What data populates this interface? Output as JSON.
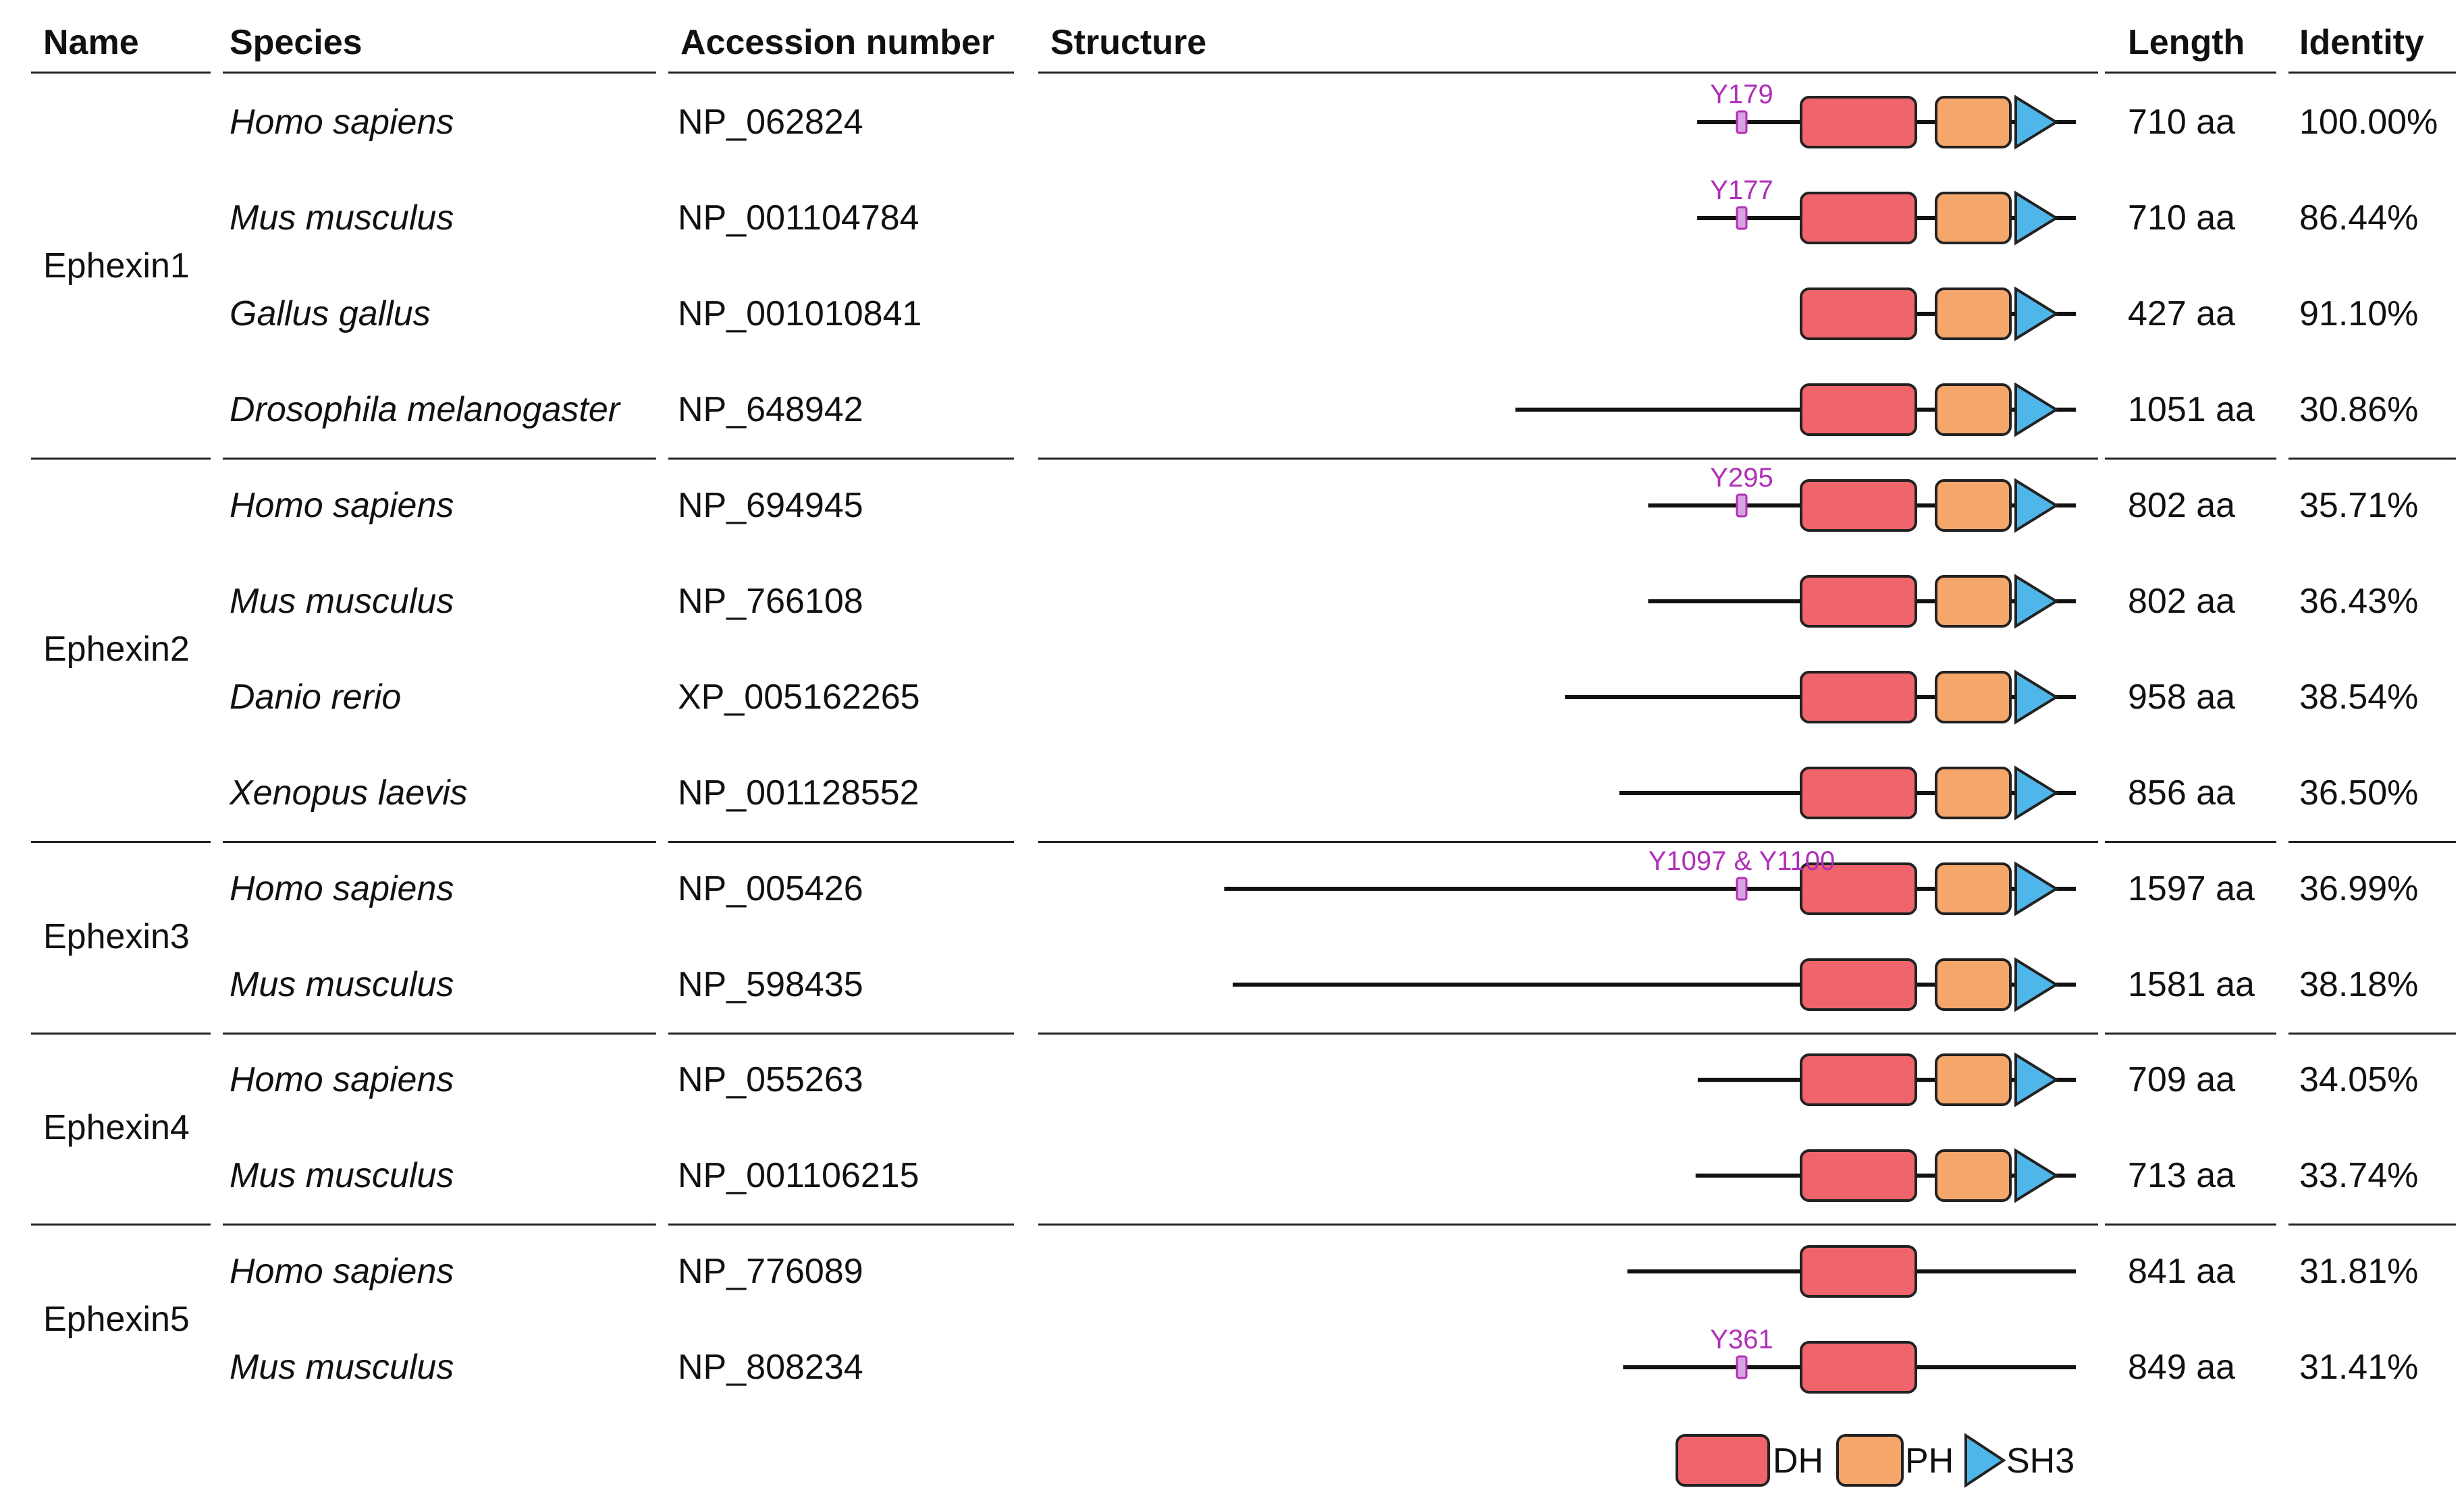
{
  "header": {
    "name": "Name",
    "species": "Species",
    "accession": "Accession number",
    "structure": "Structure",
    "length": "Length",
    "identity": "Identity"
  },
  "colors": {
    "DH": "#f0656c",
    "PH": "#f5a66a",
    "SH3": "#4fb6ea",
    "site": "#b02fb8",
    "line": "#111111"
  },
  "groups": [
    {
      "name": "Ephexin1",
      "rows": [
        0,
        1,
        2,
        3
      ]
    },
    {
      "name": "Ephexin2",
      "rows": [
        4,
        5,
        6,
        7
      ]
    },
    {
      "name": "Ephexin3",
      "rows": [
        8,
        9
      ]
    },
    {
      "name": "Ephexin4",
      "rows": [
        10,
        11
      ]
    },
    {
      "name": "Ephexin5",
      "rows": [
        12,
        13
      ]
    }
  ],
  "rows": [
    {
      "species": "Homo sapiens",
      "accession": "NP_062824",
      "length": "710 aa",
      "identity": "100.00%",
      "length_aa": 710,
      "site": "Y179",
      "domains": [
        "DH",
        "PH",
        "SH3"
      ]
    },
    {
      "species": "Mus musculus",
      "accession": "NP_001104784",
      "length": "710 aa",
      "identity": "86.44%",
      "length_aa": 710,
      "site": "Y177",
      "domains": [
        "DH",
        "PH",
        "SH3"
      ]
    },
    {
      "species": "Gallus gallus",
      "accession": "NP_001010841",
      "length": "427 aa",
      "identity": "91.10%",
      "length_aa": 427,
      "site": "",
      "domains": [
        "DH",
        "PH",
        "SH3"
      ]
    },
    {
      "species": "Drosophila melanogaster",
      "accession": "NP_648942",
      "length": "1051 aa",
      "identity": "30.86%",
      "length_aa": 1051,
      "site": "",
      "domains": [
        "DH",
        "PH",
        "SH3"
      ]
    },
    {
      "species": "Homo sapiens",
      "accession": "NP_694945",
      "length": "802 aa",
      "identity": "35.71%",
      "length_aa": 802,
      "site": "Y295",
      "domains": [
        "DH",
        "PH",
        "SH3"
      ]
    },
    {
      "species": "Mus musculus",
      "accession": "NP_766108",
      "length": "802 aa",
      "identity": "36.43%",
      "length_aa": 802,
      "site": "",
      "domains": [
        "DH",
        "PH",
        "SH3"
      ]
    },
    {
      "species": "Danio rerio",
      "accession": "XP_005162265",
      "length": "958 aa",
      "identity": "38.54%",
      "length_aa": 958,
      "site": "",
      "domains": [
        "DH",
        "PH",
        "SH3"
      ]
    },
    {
      "species": "Xenopus laevis",
      "accession": "NP_001128552",
      "length": "856 aa",
      "identity": "36.50%",
      "length_aa": 856,
      "site": "",
      "domains": [
        "DH",
        "PH",
        "SH3"
      ]
    },
    {
      "species": "Homo sapiens",
      "accession": "NP_005426",
      "length": "1597 aa",
      "identity": "36.99%",
      "length_aa": 1597,
      "site": "Y1097 & Y1100",
      "domains": [
        "DH",
        "PH",
        "SH3"
      ]
    },
    {
      "species": "Mus musculus",
      "accession": "NP_598435",
      "length": "1581 aa",
      "identity": "38.18%",
      "length_aa": 1581,
      "site": "",
      "domains": [
        "DH",
        "PH",
        "SH3"
      ]
    },
    {
      "species": "Homo sapiens",
      "accession": "NP_055263",
      "length": "709 aa",
      "identity": "34.05%",
      "length_aa": 709,
      "site": "",
      "domains": [
        "DH",
        "PH",
        "SH3"
      ]
    },
    {
      "species": "Mus musculus",
      "accession": "NP_001106215",
      "length": "713 aa",
      "identity": "33.74%",
      "length_aa": 713,
      "site": "",
      "domains": [
        "DH",
        "PH",
        "SH3"
      ]
    },
    {
      "species": "Homo sapiens",
      "accession": "NP_776089",
      "length": "841 aa",
      "identity": "31.81%",
      "length_aa": 841,
      "site": "",
      "domains": [
        "DH"
      ]
    },
    {
      "species": "Mus musculus",
      "accession": "NP_808234",
      "length": "849 aa",
      "identity": "31.41%",
      "length_aa": 849,
      "site": "Y361",
      "domains": [
        "DH"
      ]
    }
  ],
  "legend": {
    "dh": "DH",
    "ph": "PH",
    "sh3": "SH3"
  }
}
